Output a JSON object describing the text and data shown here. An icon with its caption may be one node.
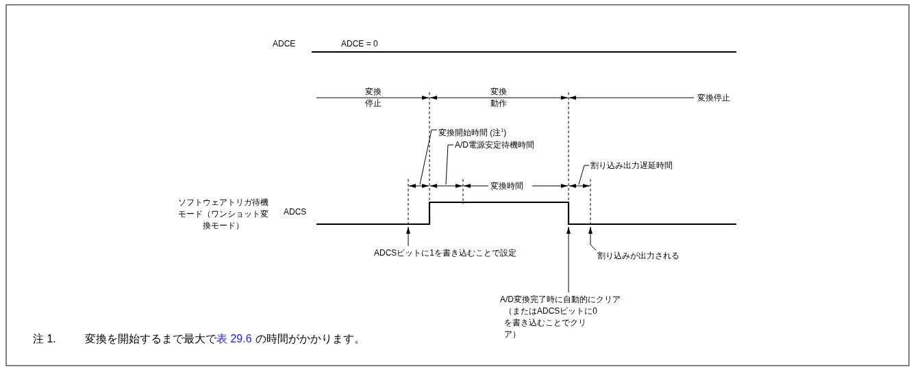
{
  "diagram": {
    "nodes": [
      {
        "text": [
          "変換開始時間 (注$^{1}$)"
        ]
      },
      {
        "text": [
          "A/D電源安定待機時間"
        ]
      },
      {
        "text": [
          "割り込み出力遅延時間"
        ]
      },
      {
        "text": [
          "ADCSビットに1を書き込むことで設定"
        ]
      },
      {
        "text": [
          "割り込みが出力される"
        ]
      },
      {
        "text": [
          "A/D変換完了時に自動的にクリア",
          "（またはADCSビットに0を書き込むことでクリア）"
        ]
      }
    ],
    "edges": [
      {
        "from": 0,
        "to": null,
        "arrow": "none"
      },
      {
        "from": 1,
        "to": null,
        "arrow": "none"
      },
      {
        "from": 2,
        "to": null,
        "arrow": "none"
      },
      {
        "from": 3,
        "to": null,
        "arrow": "to"
      },
      {
        "from": 5,
        "to": null,
        "arrow": "to"
      },
      {
        "from": 4,
        "to": null,
        "arrow": "to"
      }
    ],
    "labels": [
      "ADCE",
      "ADCE = 0",
      "変換停止",
      "変換動作",
      "変換停止",
      "ソフトウェアトリガ待機モード（ワンショット変換モード）",
      "ADCS",
      "変換時間",
      "注 1.",
      "変換を開始するまで最大で",
      "表 29.6",
      "の時間がかかります。"
    ]
  }
}
